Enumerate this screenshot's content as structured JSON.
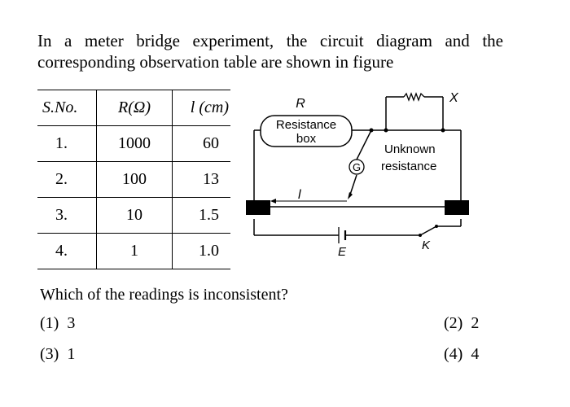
{
  "question": {
    "line1": "In a meter bridge experiment, the circuit diagram and the",
    "line2": "corresponding observation table are shown in figure"
  },
  "table": {
    "headers": [
      "S.No.",
      "R(Ω)",
      "l (cm)"
    ],
    "rows": [
      [
        "1.",
        "1000",
        "60"
      ],
      [
        "2.",
        "100",
        "13"
      ],
      [
        "3.",
        "10",
        "1.5"
      ],
      [
        "4.",
        "1",
        "1.0"
      ]
    ]
  },
  "circuit": {
    "label_r": "R",
    "box_line1": "Resistance",
    "box_line2": "box",
    "label_x": "X",
    "galvanometer": "G",
    "unknown_line1": "Unknown",
    "unknown_line2": "resistance",
    "label_l": "l",
    "label_e": "E",
    "label_k": "K"
  },
  "prompt": "Which of the readings is inconsistent?",
  "options": [
    {
      "num": "(1)",
      "value": "3"
    },
    {
      "num": "(2)",
      "value": "2"
    },
    {
      "num": "(3)",
      "value": "1"
    },
    {
      "num": "(4)",
      "value": "4"
    }
  ]
}
